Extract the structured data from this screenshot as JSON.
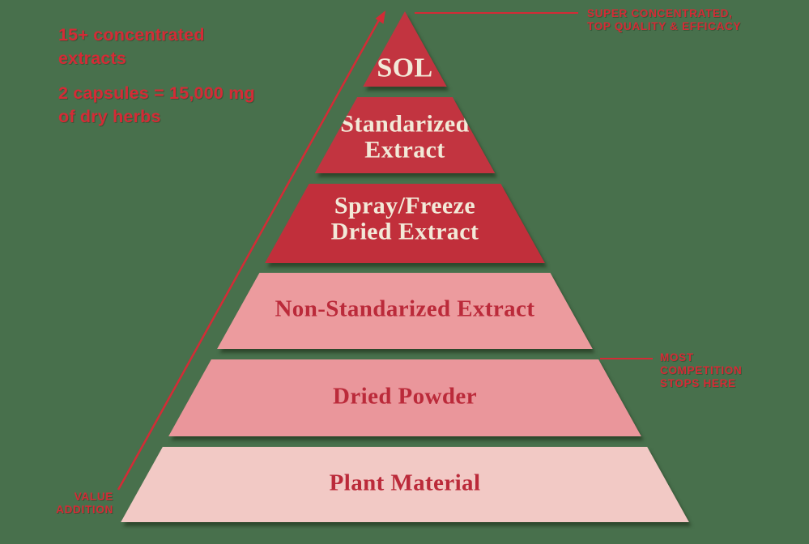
{
  "colors": {
    "background": "#48704c",
    "accent_red": "#d42b36",
    "dark_level_fill": "#c23440",
    "mid_level_fill": "#ec9b9e",
    "base_level_fill": "#f2c9c5",
    "dark_level_text": "#f2e9d8",
    "light_level_text": "#bb2a3a"
  },
  "pyramid": {
    "levels": [
      {
        "id": "sol",
        "label": "SOL",
        "fill": "#c23440",
        "text_color": "#f2e9d8"
      },
      {
        "id": "standarized-extract",
        "label": "Standarized\nExtract",
        "fill": "#c23440",
        "text_color": "#f2e9d8"
      },
      {
        "id": "spray-freeze-dried-extract",
        "label": "Spray/Freeze\nDried Extract",
        "fill": "#c12f3b",
        "text_color": "#f2e9d8"
      },
      {
        "id": "non-standarized-extract",
        "label": "Non-Standarized Extract",
        "fill": "#ec9b9e",
        "text_color": "#bb2a3a"
      },
      {
        "id": "dried-powder",
        "label": "Dried Powder",
        "fill": "#ea969b",
        "text_color": "#bb2a3a"
      },
      {
        "id": "plant-material",
        "label": "Plant Material",
        "fill": "#f2c9c5",
        "text_color": "#bb2a3a"
      }
    ]
  },
  "annotations": {
    "concentrated_note": "15+ concentrated\nextracts",
    "capsules_note": "2 capsules = 15,000 mg\nof dry herbs",
    "apex_callout": "SUPER CONCENTRATED,\nTOP QUALITY & EFFICACY",
    "competition_callout": "MOST\nCOMPETITION\nSTOPS HERE",
    "value_callout": "VALUE\nADDITION"
  }
}
